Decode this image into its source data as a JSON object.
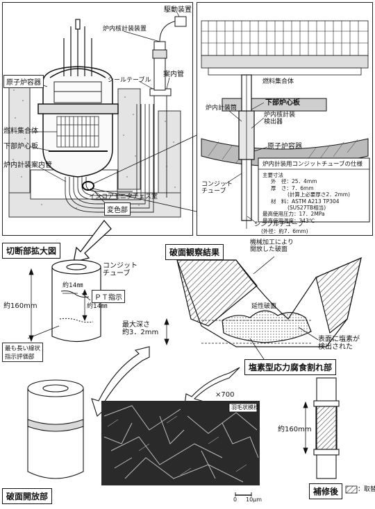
{
  "reactor": {
    "drive_unit": "駆動装置",
    "incore_instrument": "炉内核計装装置",
    "seal_table": "シールテーブル",
    "guide_tube": "案内管",
    "reactor_vessel": "原子炉容器",
    "fuel_assembly": "燃料集合体",
    "lower_core_plate": "下部炉心板",
    "incore_guide_tube": "炉内計装案内管",
    "incore_monitor_room": "インコアモニタチェス室",
    "deformed_part": "変色部"
  },
  "detail": {
    "fuel_assembly": "燃料集合体",
    "lower_core_plate": "下部炉心板",
    "instrument_nozzle": "炉内計装筒",
    "detector": "炉内核計装\n検出器",
    "reactor_vessel": "原子炉容器",
    "conduit_tube": "コンジット\nチューブ",
    "thimble_tube": "シンブルチューブ",
    "thimble_od": "(外径：約7．6mm)"
  },
  "spec": {
    "title": "炉内計装用コンジットチューブの仕様",
    "main_dims": "主要寸法",
    "od": "外　径：25．4mm",
    "thickness": "厚　さ：7．6mm",
    "thickness_note": "(計算上必要厚さ2．2mm)",
    "material": "材　料：ASTM A213 TP304",
    "material_note": "(SUS27TB相当)",
    "max_pressure": "最高使用圧力：17．2MPa",
    "max_temp": "最高使用温度：343℃"
  },
  "cut": {
    "title": "切断部拡大図",
    "conduit": "コンジット\nチューブ",
    "w14a": "約14㎜",
    "pt": "ＰＴ指示",
    "w14b": "約14㎜",
    "h160": "約160mm",
    "longest": "最も長い線状\n指示評価部"
  },
  "fracture": {
    "title": "破面観察結果",
    "machined": "機械加工により\n開放した破面",
    "ductile": "延性破面",
    "depth": "最大深さ\n約3．2mm",
    "chloride": "表面に塩素が\n検出された",
    "scc": "塩素型応力腐食割れ部"
  },
  "micro": {
    "mag": "×700",
    "feather": "羽毛状模様",
    "scale0": "0",
    "scale10": "10μm"
  },
  "open": {
    "title": "破面開放部"
  },
  "repair": {
    "h160": "約160mm",
    "title": "補修後",
    "legend": "：取替"
  }
}
